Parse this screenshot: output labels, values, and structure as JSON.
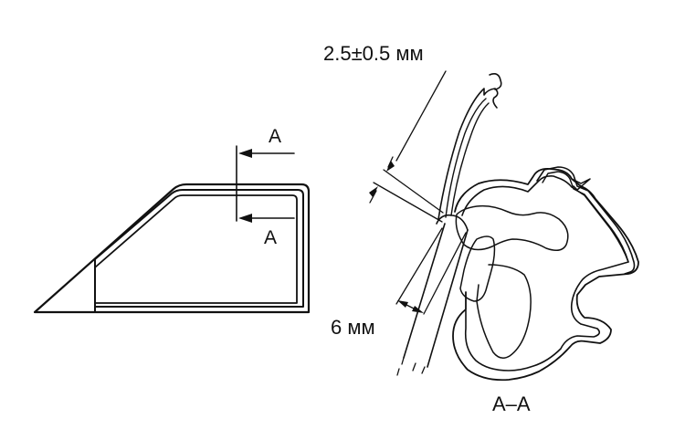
{
  "labels": {
    "section_top": "A",
    "section_bottom": "A",
    "gap_dimension": "2.5±0.5 мм",
    "overlap_dimension": "6 мм",
    "section_view": "A–A"
  },
  "colors": {
    "line": "#111111",
    "background": "#ffffff"
  }
}
